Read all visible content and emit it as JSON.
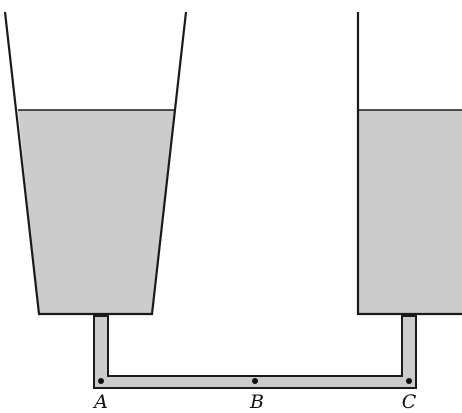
{
  "labels": {
    "A": "A",
    "B": "B",
    "C": "C"
  },
  "colors": {
    "liquid": "#cccccc",
    "outline": "#1a1a1a",
    "background": "#ffffff",
    "point": "#111111"
  }
}
